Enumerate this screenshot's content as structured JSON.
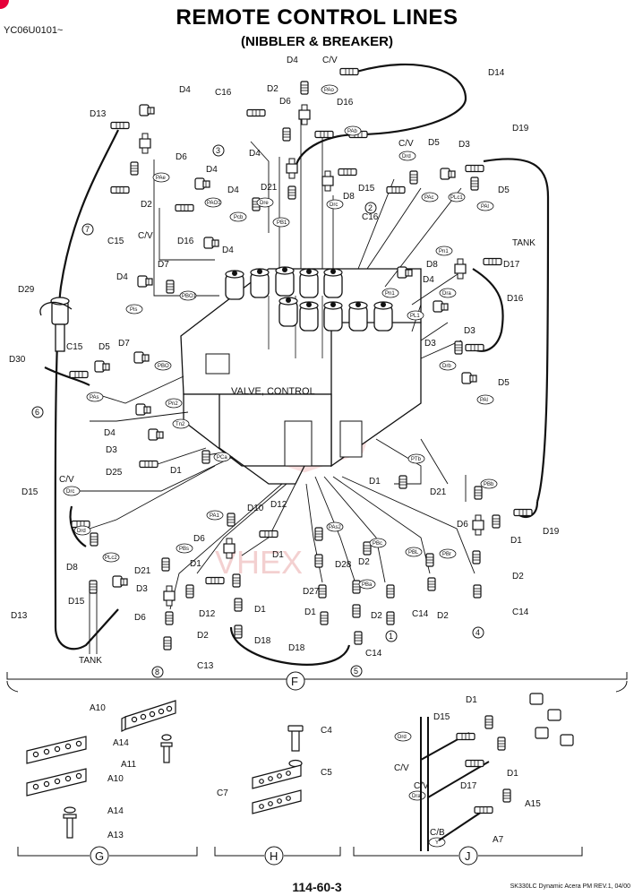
{
  "header": {
    "title": "REMOTE CONTROL LINES",
    "subtitle": "(NIBBLER & BREAKER)",
    "doc_id": "YC06U0101~"
  },
  "footer": {
    "page_number": "114-60-3",
    "revision": "SK330LC Dynamic Acera PM REV.1, 04/00"
  },
  "watermark": {
    "text": "VHEX",
    "color": "#e9a3a3"
  },
  "valve_label": "VALVE, CONTROL",
  "sections": [
    "F",
    "G",
    "H",
    "J"
  ],
  "labels": {
    "d4": "D4",
    "d6": "D6",
    "d2": "D2",
    "d1": "D1",
    "d3": "D3",
    "d5": "D5",
    "d7": "D7",
    "d8": "D8",
    "d10": "D10",
    "d12": "D12",
    "d13": "D13",
    "d14": "D14",
    "d15": "D15",
    "d16": "D16",
    "d17": "D17",
    "d18": "D18",
    "d19": "D19",
    "d21": "D21",
    "d25": "D25",
    "d27": "D27",
    "d28": "D28",
    "d29": "D29",
    "d30": "D30",
    "c13": "C13",
    "c14": "C14",
    "c15": "C15",
    "c16": "C16",
    "cv": "C/V",
    "tank": "TANK",
    "a7": "A7",
    "a10": "A10",
    "a11": "A11",
    "a13": "A13",
    "a14": "A14",
    "a15": "A15",
    "c4": "C4",
    "c5": "C5",
    "c7": "C7",
    "cb": "C/B"
  },
  "port_tags": {
    "pao": "PAo",
    "pab": "PAb",
    "pae": "PAe",
    "pao1": "PAO1",
    "pcb": "Pcb",
    "pb1": "PB1",
    "pbo1": "PBO1",
    "pis": "Pis",
    "pbo": "PBO",
    "pas": "PAs",
    "pn2": "Pn2",
    "tn2": "Tn2",
    "pca": "PCa",
    "dre": "Dre",
    "drd": "Drd",
    "dra": "Dra",
    "drc": "Drc",
    "pac": "PAc",
    "plc1": "PLc1",
    "pal": "PAl",
    "pn1": "Pn1",
    "pl1": "PL1",
    "drb": "Drb",
    "ptb": "PTb",
    "pbb": "PBb",
    "pa1": "PA1",
    "pas2": "PAs2",
    "plc2": "PLc2",
    "pbs": "PBs",
    "pbc": "PBc",
    "pbl": "PBL",
    "pbr": "PBr",
    "pba": "PBa",
    "y": "Y",
    "paa": "PAa",
    "pc": "Pc",
    "pba2": "PBa"
  },
  "port_numbers": [
    "1",
    "2",
    "3",
    "4",
    "5",
    "6",
    "7",
    "8"
  ]
}
